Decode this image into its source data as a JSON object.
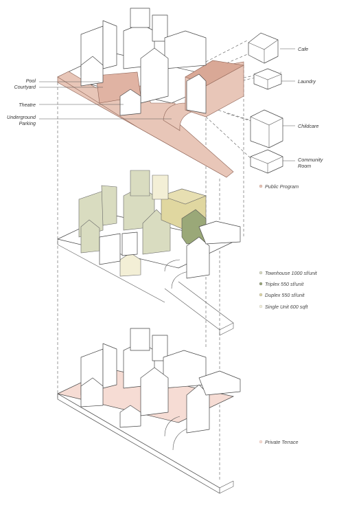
{
  "colors": {
    "public": "#e8c6b8",
    "public_dark": "#d9a896",
    "townhouse": "#d9dcc0",
    "triplex": "#9aa878",
    "duplex": "#e0d7a0",
    "single": "#f3efd6",
    "terrace": "#f6dcd4",
    "line": "#444444"
  },
  "top_layer": {
    "left_labels": [
      {
        "text": "Pool"
      },
      {
        "text": "Courtyard"
      },
      {
        "text": "Theatre"
      },
      {
        "text": "Underground"
      },
      {
        "text": "Parking"
      }
    ],
    "right_labels": [
      {
        "text": "Cafe"
      },
      {
        "text": "Laundry"
      },
      {
        "text": "Childcare"
      },
      {
        "text": "Community"
      },
      {
        "text": "Room"
      }
    ],
    "legend": {
      "text": "Public Program"
    }
  },
  "middle_layer": {
    "legend": [
      {
        "text": "Townhouse 1000 sf/unit",
        "color_key": "townhouse"
      },
      {
        "text": "Triplex 550 sf/unit",
        "color_key": "triplex"
      },
      {
        "text": "Duplex 550 sf/unit",
        "color_key": "duplex"
      },
      {
        "text": "Single Unit 600 sqft",
        "color_key": "single"
      }
    ]
  },
  "bottom_layer": {
    "legend": {
      "text": "Private Terrace"
    }
  }
}
